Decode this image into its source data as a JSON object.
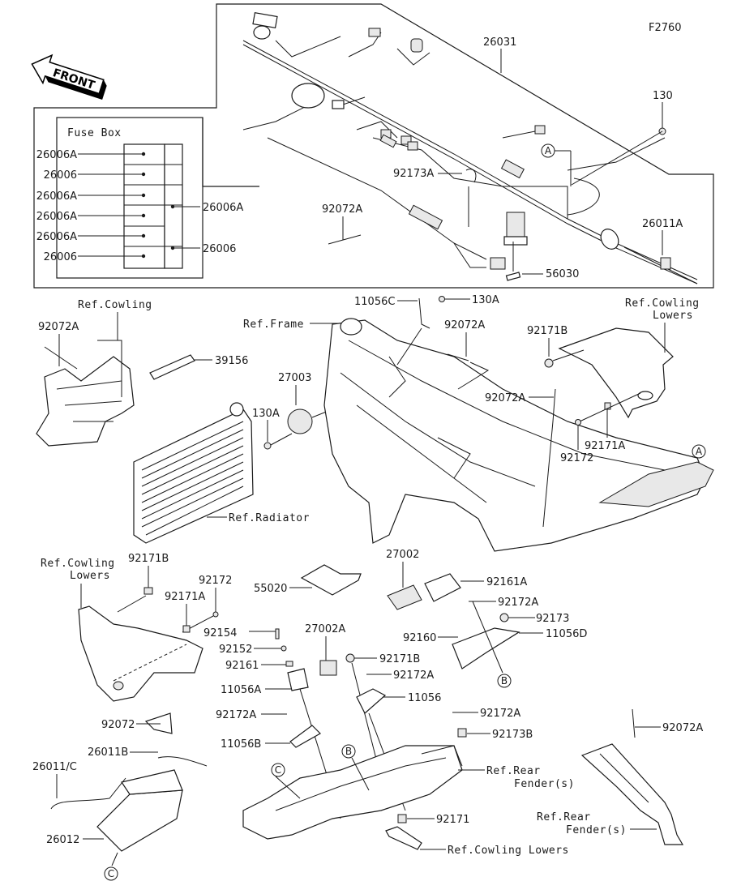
{
  "diagram": {
    "figure_id": "F2760",
    "front_indicator": "FRONT",
    "fuse_box": {
      "title": "Fuse Box",
      "left_labels": [
        "26006A",
        "26006",
        "26006A",
        "26006A",
        "26006A",
        "26006"
      ],
      "right_labels": [
        "26006A",
        "26006"
      ]
    },
    "callouts": {
      "harness": "26031",
      "harness_bolt": "130",
      "clamp_a": "92173A",
      "band_a_top": "92072A",
      "lead_26011a": "26011A",
      "pad_56030": "56030",
      "ref_cowling": "Ref.Cowling",
      "band_left": "92072A",
      "ref_frame": "Ref.Frame",
      "pad_39156": "39156",
      "horn_27003": "27003",
      "bolt_130a_horn": "130A",
      "ref_radiator": "Ref.Radiator",
      "bracket_11056c": "11056C",
      "bolt_130a_top": "130A",
      "band_frame_1": "92072A",
      "band_frame_2": "92072A",
      "ref_cowling_lowers_r1": "Ref.Cowling",
      "ref_cowling_lowers_r2": "Lowers",
      "clip_92171b_r": "92171B",
      "clip_92171a_r": "92171A",
      "screw_92172_r": "92172",
      "ref_cowling_lowers_l1": "Ref.Cowling",
      "ref_cowling_lowers_l2": "Lowers",
      "clip_92171b_l": "92171B",
      "screw_92172_l": "92172",
      "clip_92171a_l": "92171A",
      "pad_55020": "55020",
      "relay_27002": "27002",
      "relay_27002a": "27002A",
      "holder_92161a": "92161A",
      "screw_92172a_1": "92172A",
      "clamp_92173": "92173",
      "bracket_11056d": "11056D",
      "damper_92160": "92160",
      "bolt_92154": "92154",
      "washer_92152": "92152",
      "damper_92161": "92161",
      "bracket_11056a": "11056A",
      "clip_92171b_c": "92171B",
      "screw_92172a_2": "92172A",
      "bracket_11056": "11056",
      "screw_92172a_3": "92172A",
      "bracket_11056b": "11056B",
      "screw_92172a_4": "92172A",
      "clamp_92173b": "92173B",
      "ref_rear_fender_1a": "Ref.Rear",
      "ref_rear_fender_1b": "Fender(s)",
      "clip_92171": "92171",
      "ref_cowling_lowers_b": "Ref.Cowling Lowers",
      "band_rear": "92072A",
      "ref_rear_fender_2a": "Ref.Rear",
      "ref_rear_fender_2b": "Fender(s)",
      "band_92072": "92072",
      "lead_26011b": "26011B",
      "lead_26011c": "26011/C",
      "battery_26012": "26012"
    },
    "markers": {
      "a": "A",
      "b": "B",
      "c": "C"
    }
  }
}
